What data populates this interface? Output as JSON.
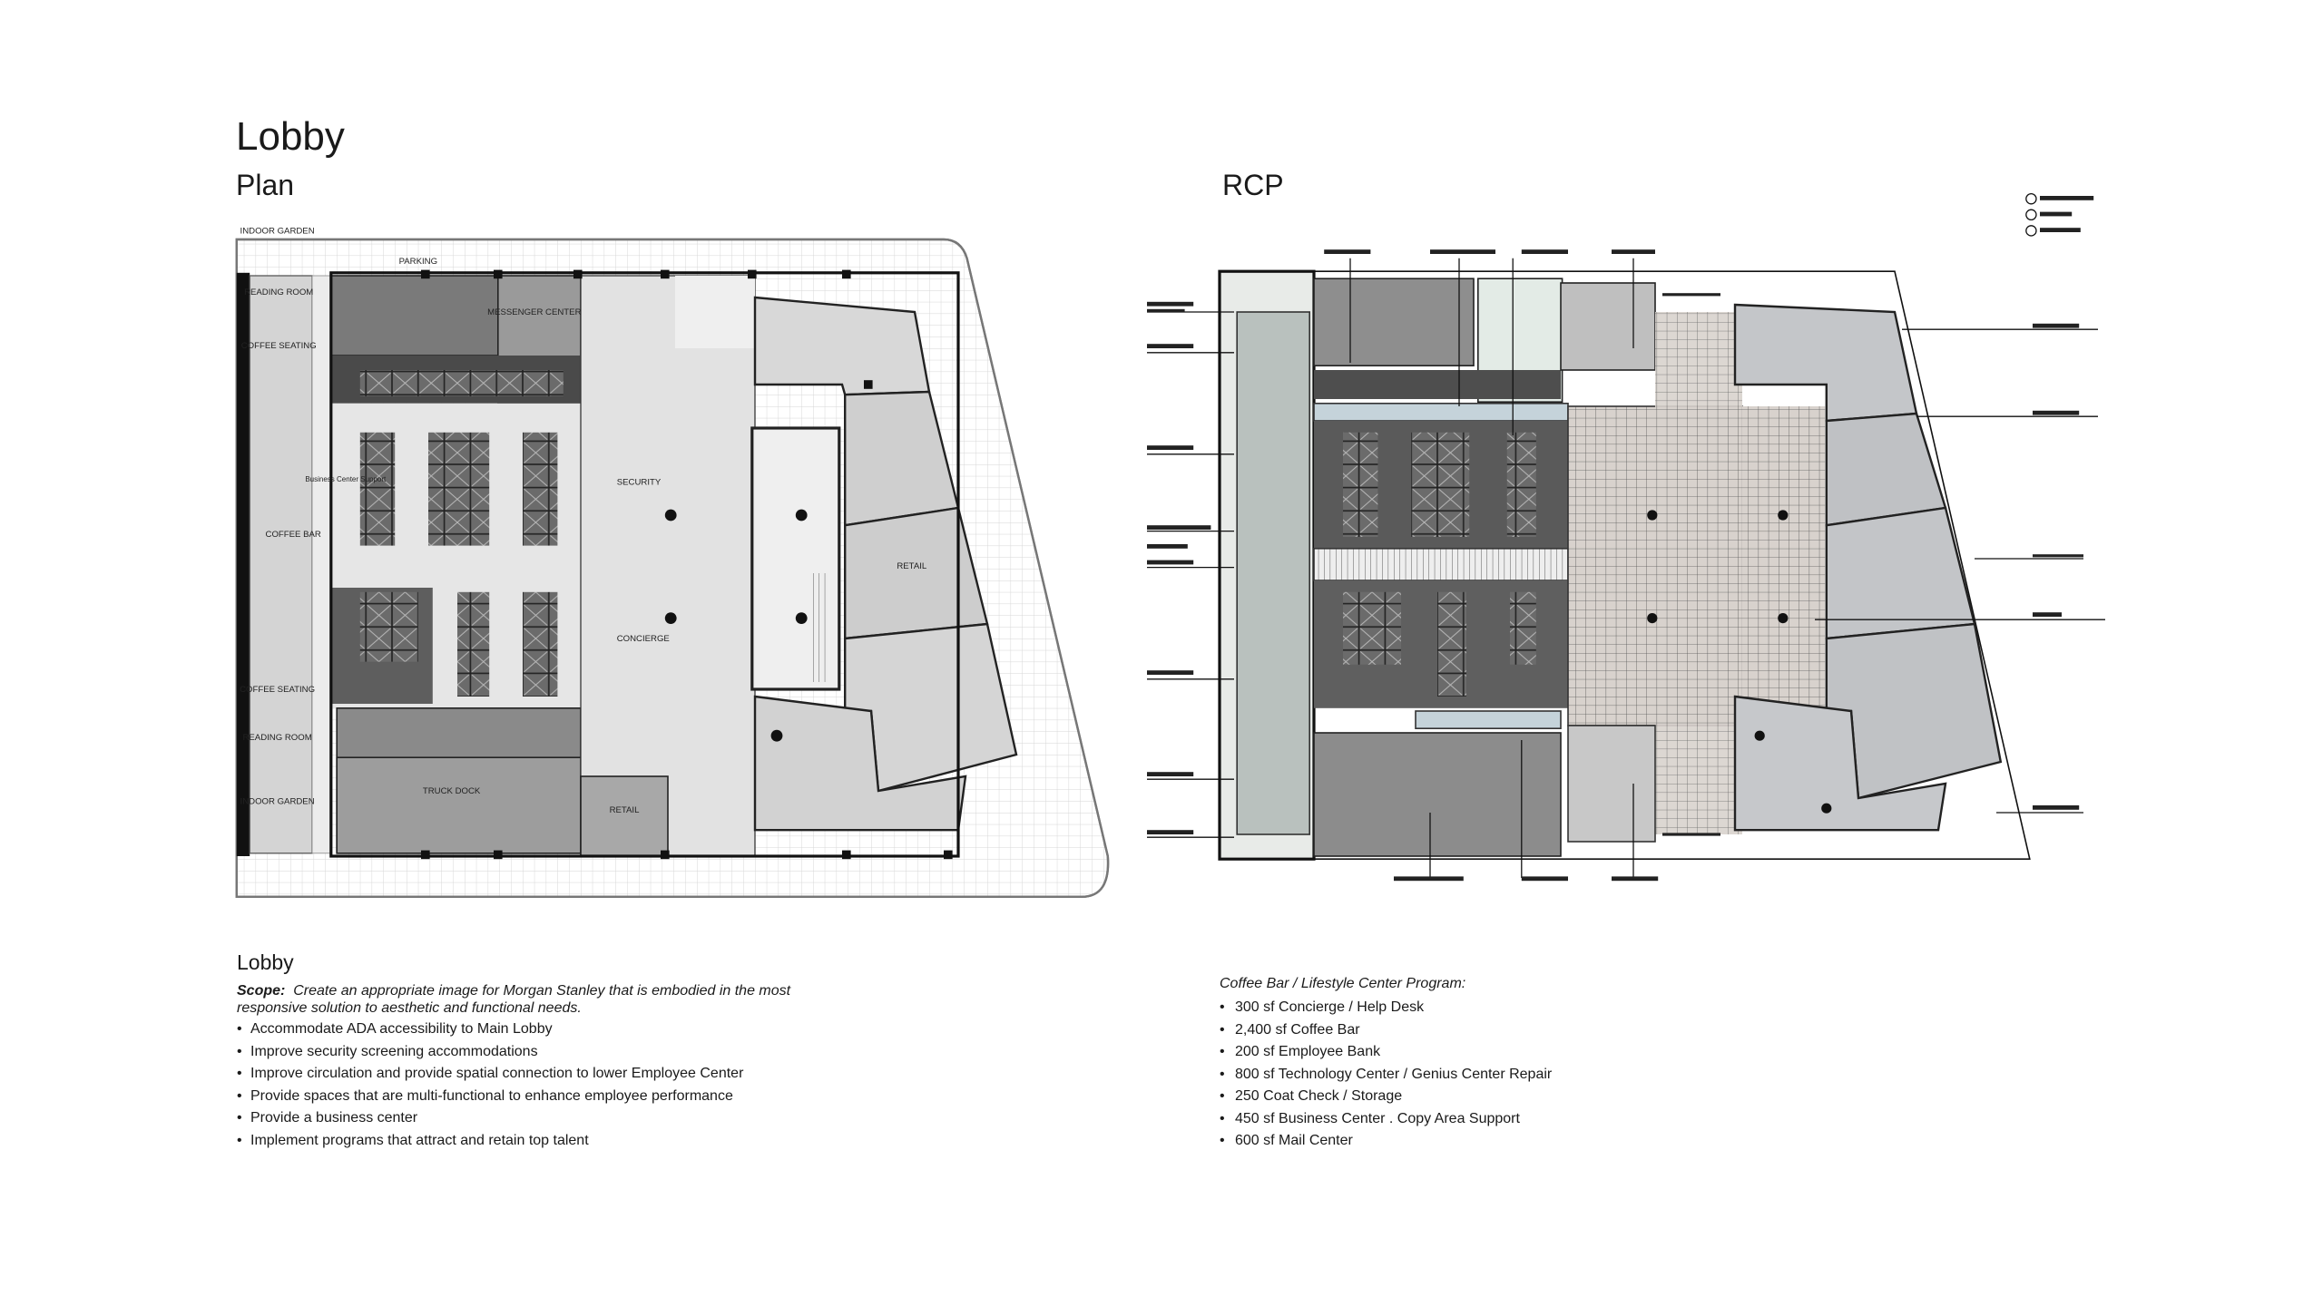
{
  "header": {
    "title": "Lobby",
    "plan_heading": "Plan",
    "rcp_heading": "RCP"
  },
  "plan": {
    "labels": {
      "indoor_garden_top": "INDOOR GARDEN",
      "parking": "PARKING",
      "reading_room_top": "READING ROOM",
      "coffee_seating_top": "COFFEE SEATING",
      "messenger_center": "MESSENGER CENTER",
      "business_center": "Business Center Support",
      "coffee_bar": "COFFEE BAR",
      "security": "SECURITY",
      "concierge": "CONCIERGE",
      "retail_right": "RETAIL",
      "coffee_seating_bottom": "COFFEE SEATING",
      "reading_room_bottom": "READING ROOM",
      "indoor_garden_bottom": "INDOOR GARDEN",
      "truck_dock": "TRUCK DOCK",
      "retail_bottom": "RETAIL"
    }
  },
  "rcp": {
    "legend_symbols": [
      "wood-panel-tag",
      "metal-panel-tag",
      "gypsum-board-tag"
    ]
  },
  "description": {
    "title": "Lobby",
    "scope_label": "Scope:",
    "scope_text": "Create an appropriate image for Morgan Stanley that is embodied in the most responsive solution to aesthetic and functional needs.",
    "goals": [
      "Accommodate ADA accessibility to Main Lobby",
      "Improve security screening accommodations",
      "Improve circulation and provide spatial connection to lower Employee Center",
      "Provide spaces that are multi-functional to enhance employee performance",
      "Provide a business center",
      "Implement programs that attract and retain top talent"
    ]
  },
  "program": {
    "heading": "Coffee Bar / Lifestyle Center Program:",
    "items": [
      "300 sf Concierge / Help Desk",
      "2,400 sf Coffee Bar",
      "200 sf Employee Bank",
      "800 sf Technology Center / Genius Center Repair",
      "250 Coat Check / Storage",
      "450 sf Business Center . Copy Area Support",
      "600 sf Mail Center"
    ]
  }
}
